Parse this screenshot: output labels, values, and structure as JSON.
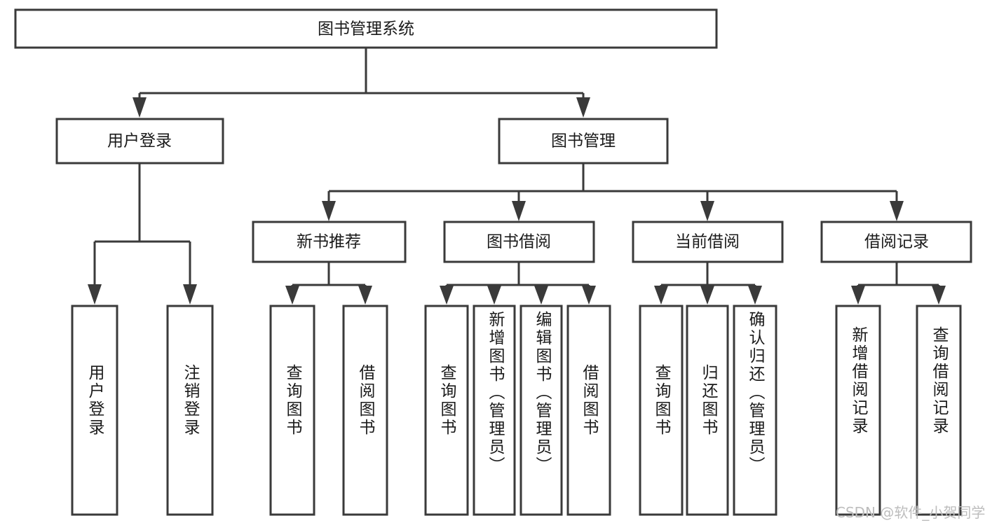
{
  "diagram": {
    "type": "tree",
    "title": "图书管理系统",
    "root": {
      "label": "图书管理系统"
    },
    "level1": [
      {
        "label": "用户登录"
      },
      {
        "label": "图书管理"
      }
    ],
    "level2": [
      {
        "label": "新书推荐"
      },
      {
        "label": "图书借阅"
      },
      {
        "label": "当前借阅"
      },
      {
        "label": "借阅记录"
      }
    ],
    "leaves_user_login": [
      {
        "label": "用户登录"
      },
      {
        "label": "注销登录"
      }
    ],
    "leaves_new_book": [
      {
        "label": "查询图书"
      },
      {
        "label": "借阅图书"
      }
    ],
    "leaves_borrow": [
      {
        "label": "查询图书"
      },
      {
        "label": "新增图书（管理员）"
      },
      {
        "label": "编辑图书（管理员）"
      },
      {
        "label": "借阅图书"
      }
    ],
    "leaves_current": [
      {
        "label": "查询图书"
      },
      {
        "label": "归还图书"
      },
      {
        "label": "确认归还（管理员）"
      }
    ],
    "leaves_records": [
      {
        "label": "新增借阅记录"
      },
      {
        "label": "查询借阅记录"
      }
    ]
  },
  "watermark": {
    "text": "CSDN @软件_小贺同学"
  },
  "colors": {
    "stroke": "#3a3a3a",
    "box_fill": "#ffffff",
    "text": "#1a1a1a",
    "watermark": "#bdbdbd",
    "background": "#ffffff"
  }
}
